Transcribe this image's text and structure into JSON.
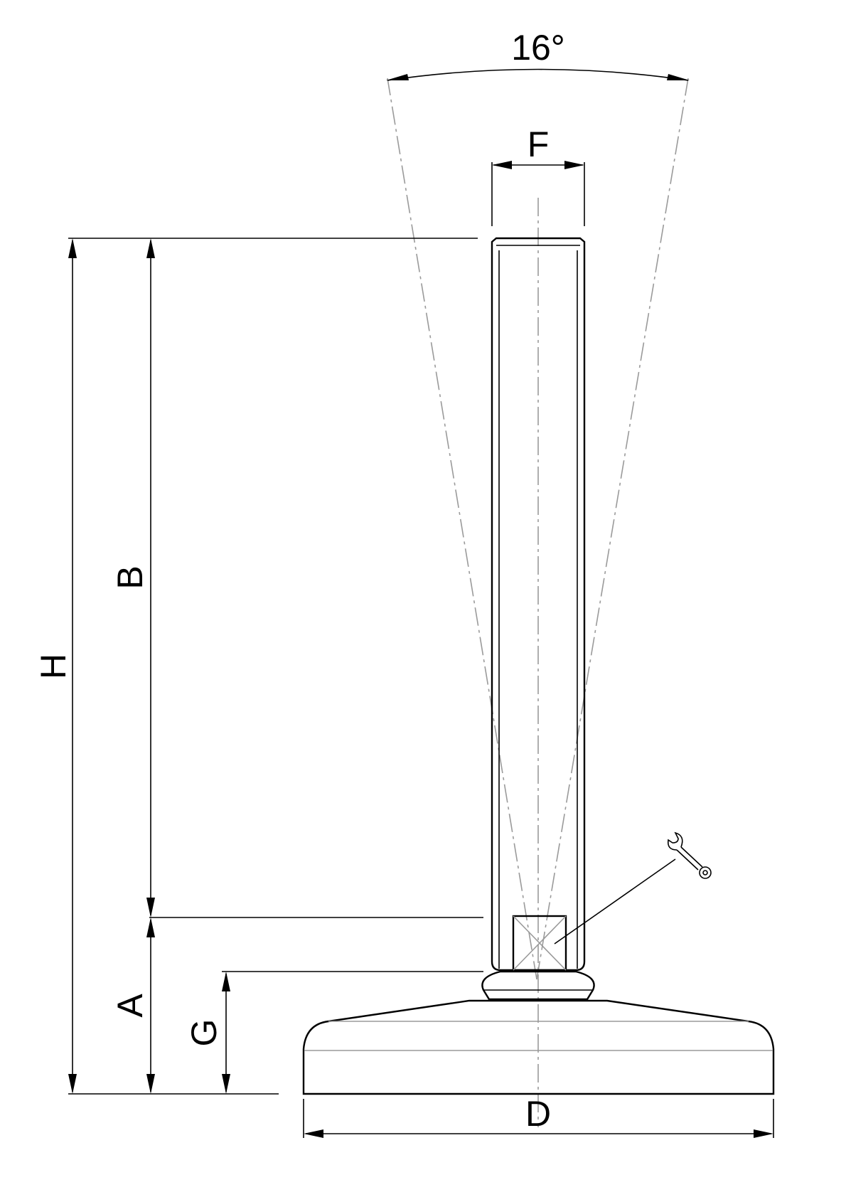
{
  "labels": {
    "angle": "16°",
    "F": "F",
    "H": "H",
    "B": "B",
    "A": "A",
    "G": "G",
    "D": "D"
  },
  "icons": {
    "wrench": "wrench-icon"
  },
  "colors": {
    "line": "#000000",
    "hidden_line": "#9a9a9a",
    "background": "#ffffff"
  }
}
